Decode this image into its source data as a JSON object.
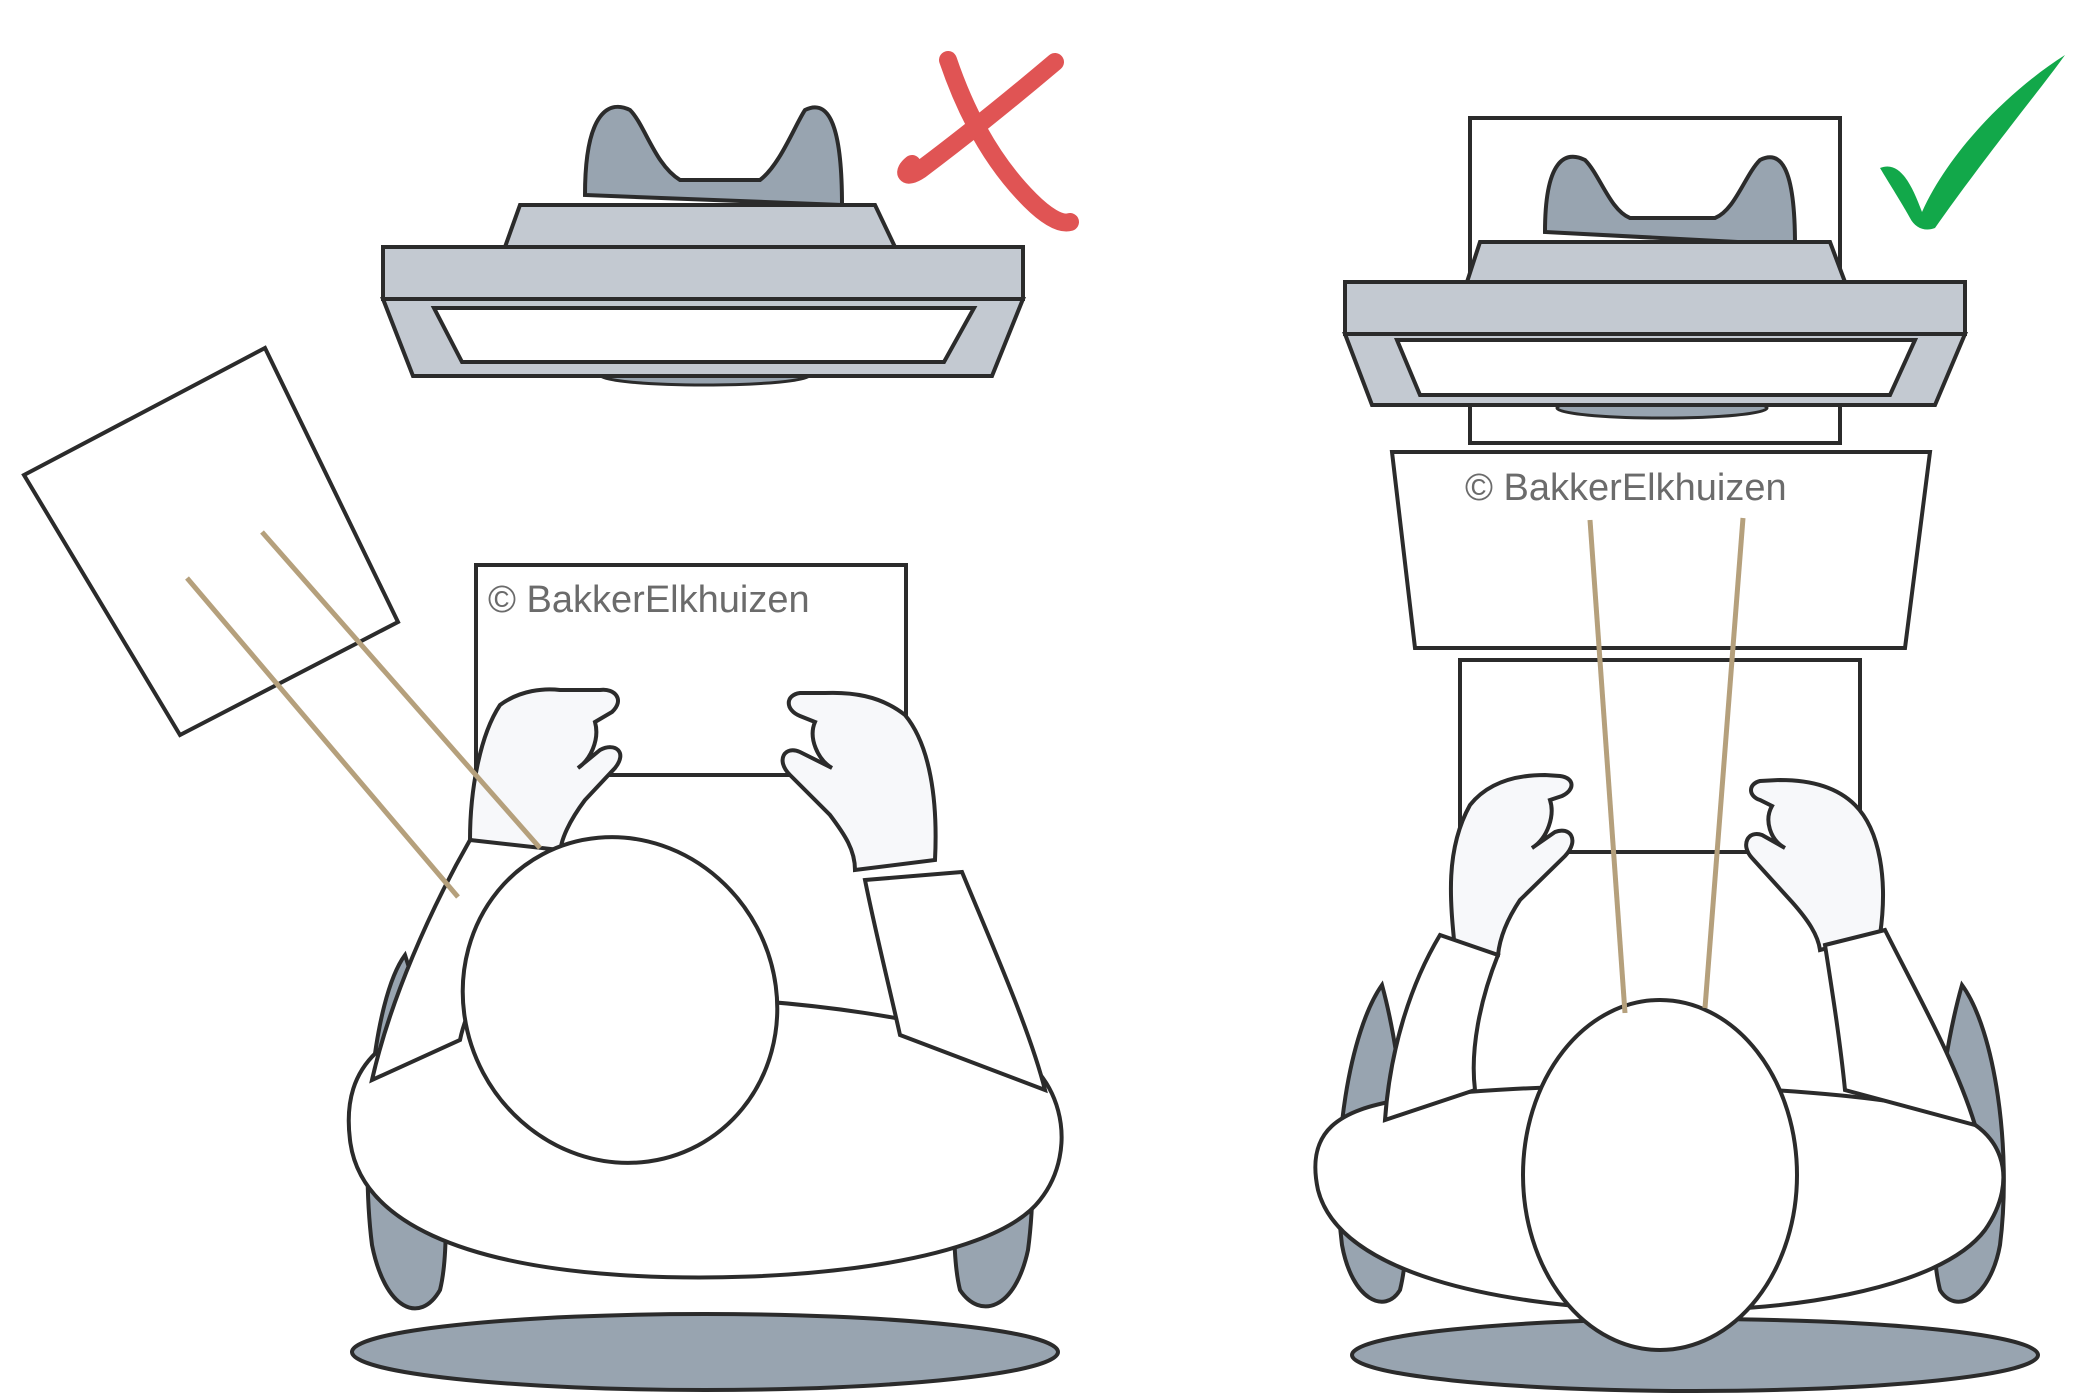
{
  "watermark": {
    "left": "© BakkerElkhuizen",
    "right": "© BakkerElkhuizen"
  },
  "verdicts": {
    "left": "incorrect",
    "right": "correct"
  },
  "icons": {
    "wrong": "cross-icon",
    "right": "check-icon"
  },
  "colors": {
    "stroke": "#2b2b2b",
    "device_fill": "#c3c9d1",
    "chair_fill": "#98a4b0",
    "sight_line": "#b5a07c",
    "cross": "#e05454",
    "check": "#12a84a"
  }
}
